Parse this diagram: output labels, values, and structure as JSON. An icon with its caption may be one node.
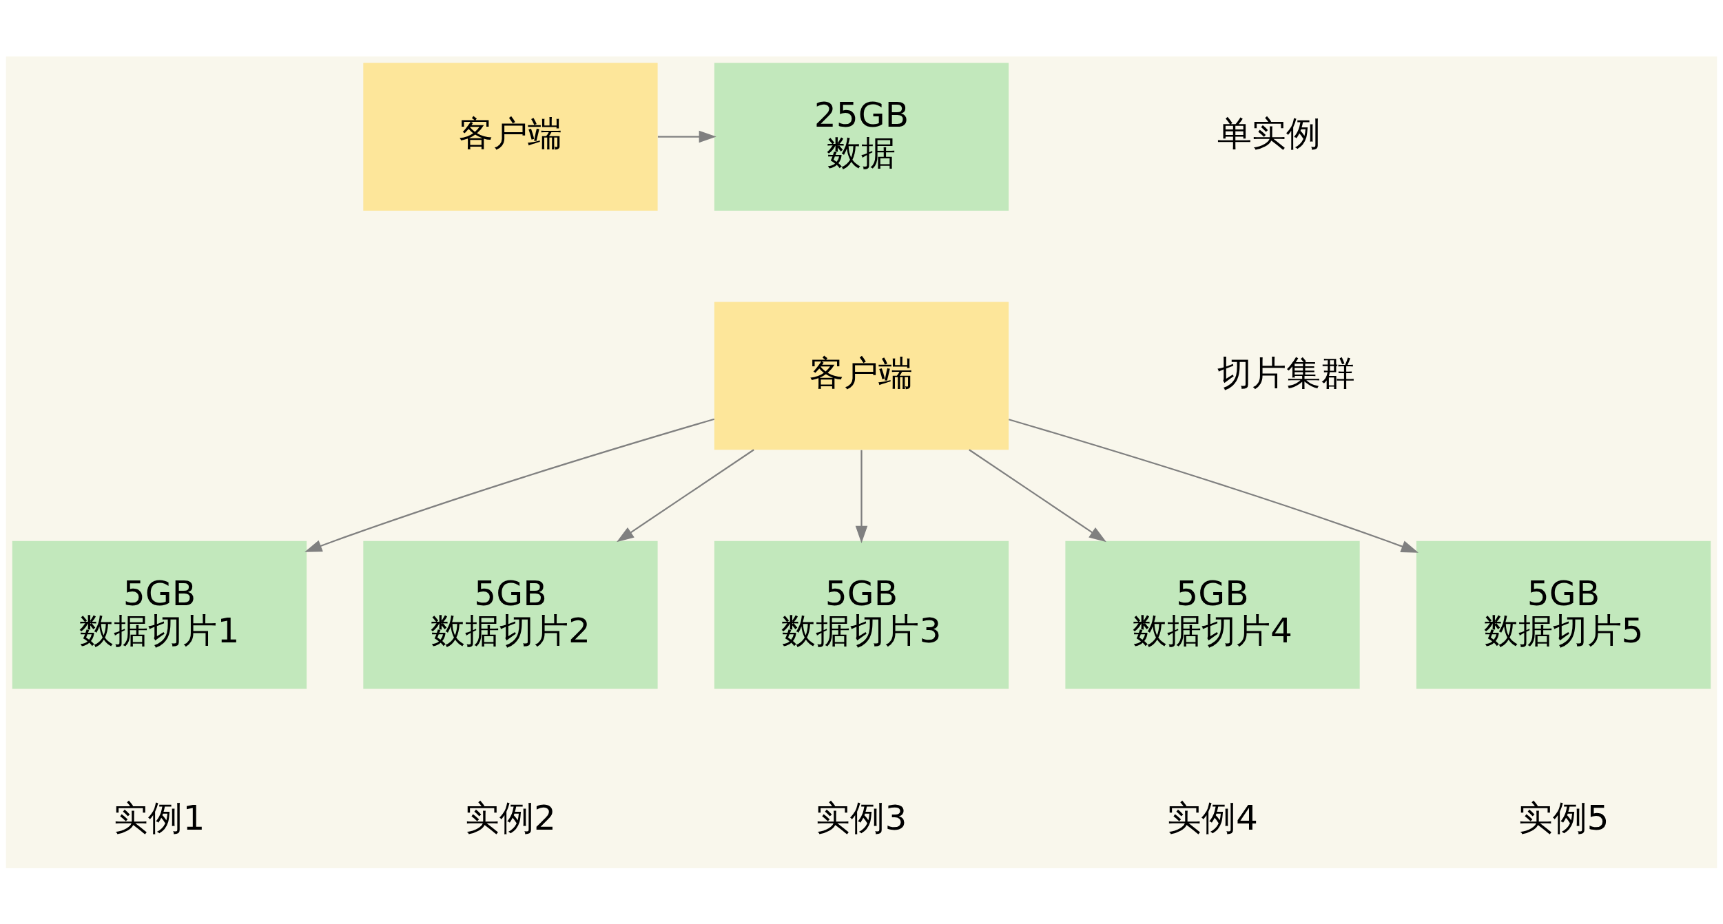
{
  "diagram": {
    "nodes": [
      {
        "text": [
          "客户端"
        ]
      },
      {
        "text": [
          "25GB",
          "数据"
        ]
      },
      {
        "text": [
          "客户端"
        ]
      },
      {
        "text": [
          "5GB",
          "数据切片1"
        ],
        "beside": [
          "实例1"
        ]
      },
      {
        "text": [
          "5GB",
          "数据切片2"
        ],
        "beside": [
          "实例2"
        ]
      },
      {
        "text": [
          "5GB",
          "数据切片3"
        ],
        "beside": [
          "实例3"
        ]
      },
      {
        "text": [
          "5GB",
          "数据切片4"
        ],
        "beside": [
          "实例4"
        ]
      },
      {
        "text": [
          "5GB",
          "数据切片5"
        ],
        "beside": [
          "实例5"
        ]
      }
    ],
    "edges": [
      {
        "from": 0,
        "to": 1,
        "arrow": "to"
      },
      {
        "from": 2,
        "to": 3,
        "arrow": "to"
      },
      {
        "from": 2,
        "to": 4,
        "arrow": "to"
      },
      {
        "from": 2,
        "to": 5,
        "arrow": "to"
      },
      {
        "from": 2,
        "to": 6,
        "arrow": "to"
      },
      {
        "from": 2,
        "to": 7,
        "arrow": "to"
      }
    ],
    "labels": [
      "单实例",
      "切片集群"
    ]
  }
}
